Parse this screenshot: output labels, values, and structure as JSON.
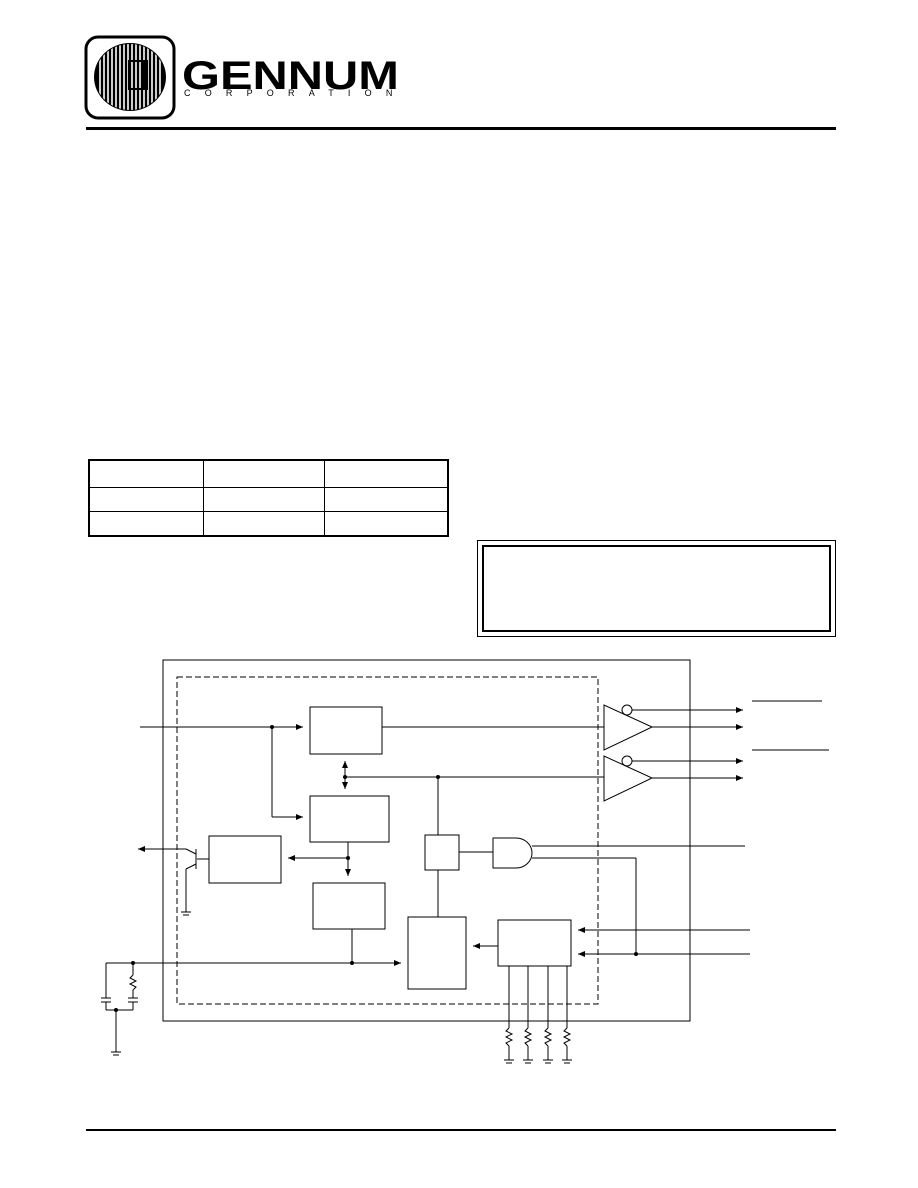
{
  "header": {
    "logo_wordmark": "GENNUM",
    "logo_subtitle": "CORPORATION"
  },
  "ordering_table": {
    "rows": [
      [
        "",
        "",
        ""
      ],
      [
        "",
        "",
        ""
      ],
      [
        "",
        "",
        ""
      ]
    ]
  },
  "colors": {
    "ink": "#000000",
    "paper": "#ffffff"
  },
  "icons": {
    "logo": "gennum-globe-logo"
  }
}
